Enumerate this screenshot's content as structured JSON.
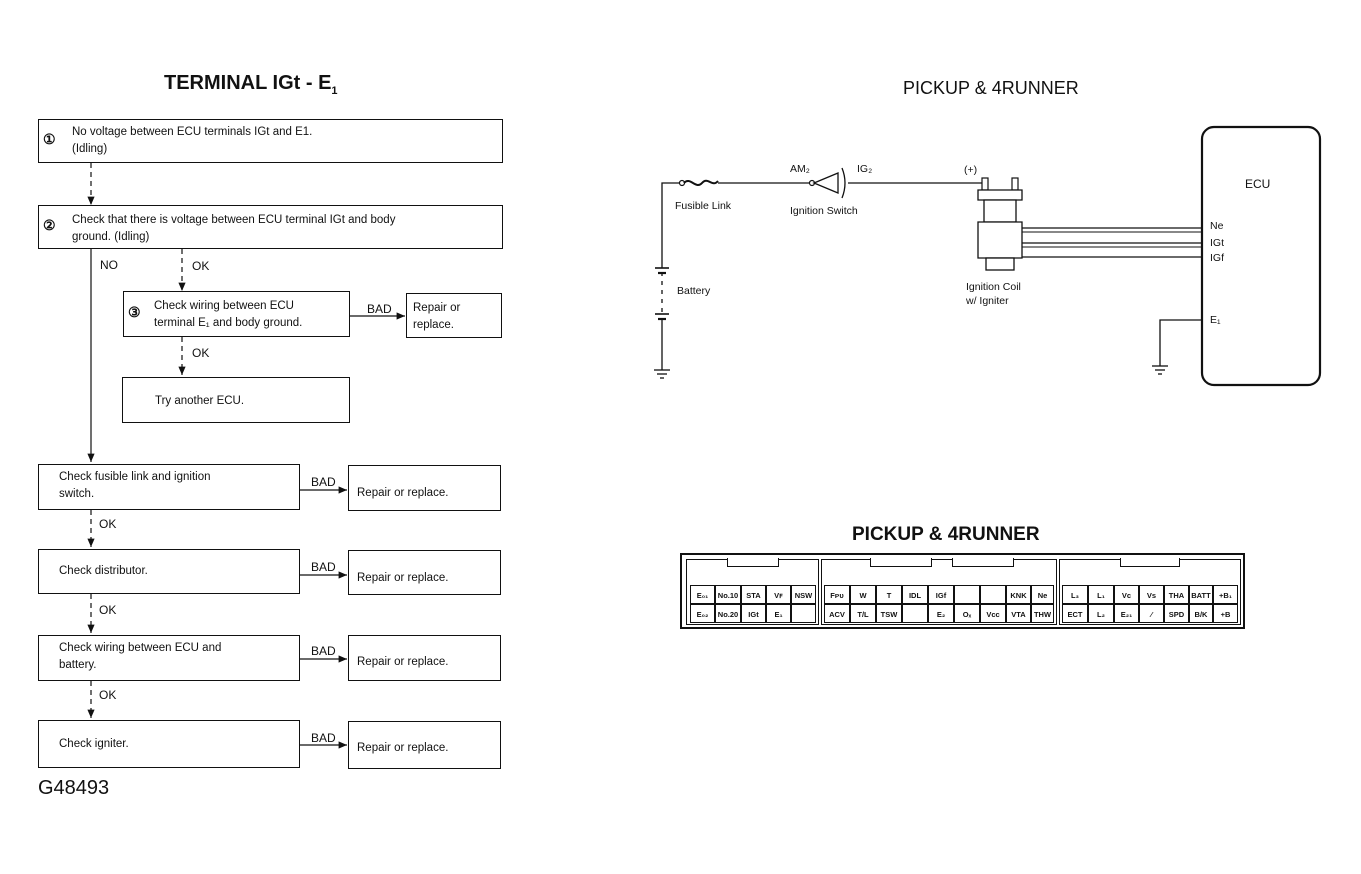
{
  "flowchart": {
    "title_main": "TERMINAL IGt - E",
    "title_sub": "1",
    "steps": {
      "s1": {
        "num": "①",
        "text": "No voltage between ECU terminals IGt and E1.\n(Idling)"
      },
      "s2": {
        "num": "②",
        "text": "Check that there is voltage between ECU terminal IGt and body\nground.  (Idling)"
      },
      "s3": {
        "num": "③",
        "text": "Check wiring between ECU\nterminal E₁ and body ground."
      },
      "s3_result": "Repair or\nreplace.",
      "try_ecu": "Try another ECU.",
      "c1": "Check fusible link and ignition\nswitch.",
      "c2": "Check distributor.",
      "c3": "Check wiring between ECU and\nbattery.",
      "c4": "Check igniter.",
      "repair": "Repair or replace."
    },
    "labels": {
      "no": "NO",
      "ok": "OK",
      "bad": "BAD"
    },
    "figure_code": "G48493"
  },
  "wiring": {
    "title": "PICKUP & 4RUNNER",
    "labels": {
      "fusible_link": "Fusible Link",
      "battery": "Battery",
      "am2": "AM₂",
      "ig2": "IG₂",
      "ignition_switch": "Ignition Switch",
      "plus": "(+)",
      "coil": "Ignition Coil\nw/ Igniter",
      "ecu": "ECU",
      "ne": "Ne",
      "igt": "IGt",
      "igf": "IGf",
      "e1": "E₁"
    }
  },
  "connector": {
    "title": "PICKUP & 4RUNNER",
    "block1": {
      "top": [
        "E₀₁",
        "No.10",
        "STA",
        "Vꜰ",
        "NSW"
      ],
      "bottom": [
        "E₀₂",
        "No.20",
        "IGt",
        "E₁",
        ""
      ]
    },
    "block2": {
      "top": [
        "Fᴘᴜ",
        "W",
        "T",
        "IDL",
        "IGf",
        "",
        "",
        "KNK",
        "Ne"
      ],
      "bottom": [
        "ACV",
        "T/L",
        "TSW",
        "",
        "E₂",
        "Oₓ",
        "Vcc",
        "VTA",
        "THW"
      ]
    },
    "block3": {
      "top": [
        "L₃",
        "L₁",
        "Vc",
        "Vs",
        "THA",
        "BATT",
        "+B₁"
      ],
      "bottom": [
        "ECT",
        "L₂",
        "E₂₁",
        "⁄",
        "SPD",
        "B/K",
        "+B"
      ]
    }
  }
}
